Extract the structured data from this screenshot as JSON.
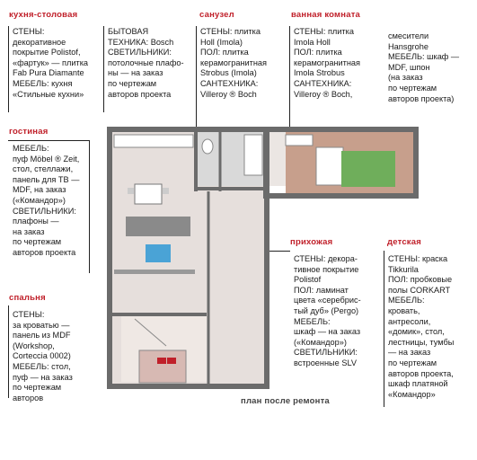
{
  "plan_caption": "план после ремонта",
  "sections": {
    "kitchen": {
      "title": "кухня-столовая",
      "lines": [
        "СТЕНЫ:",
        "декоративное",
        "покрытие Polistof,",
        "«фартук» — плитка",
        "Fab Pura Diamante",
        "МЕБЕЛЬ: кухня",
        "«Стильные кухни»"
      ],
      "extra_lines": [
        "БЫТОВАЯ",
        "ТЕХНИКА: Bosch",
        "СВЕТИЛЬНИКИ:",
        "потолочные плафо-",
        "ны — на заказ",
        "по чертежам",
        "авторов проекта"
      ]
    },
    "wc": {
      "title": "санузел",
      "lines": [
        "СТЕНЫ: плитка",
        "Holl (Imola)",
        "ПОЛ: плитка",
        "керамогранитная",
        "Strobus (Imola)",
        "САНТЕХНИКА:",
        "Villeroy ® Boch"
      ]
    },
    "bathroom": {
      "title": "ванная комната",
      "lines": [
        "СТЕНЫ: плитка",
        "Imola Holl",
        "ПОЛ: плитка",
        "керамогранитная",
        "Imola Strobus",
        "САНТЕХНИКА:",
        "Villeroy ® Boch,"
      ],
      "extra_lines": [
        "смесители",
        "Hansgrohe",
        "МЕБЕЛЬ: шкаф —",
        "MDF, шпон",
        "(на заказ",
        "по чертежам",
        "авторов проекта)"
      ]
    },
    "living": {
      "title": "гостиная",
      "lines": [
        "МЕБЕЛЬ:",
        "пуф Möbel ® Zeit,",
        "стол, стеллажи,",
        "панель для ТВ —",
        "MDF, на заказ",
        "(«Командор»)",
        "СВЕТИЛЬНИКИ:",
        "плафоны —",
        "на заказ",
        "по чертежам",
        "авторов проекта"
      ]
    },
    "hall": {
      "title": "прихожая",
      "lines": [
        "СТЕНЫ: декора-",
        "тивное покрытие",
        "Polistof",
        "ПОЛ: ламинат",
        "цвета «серебрис-",
        "тый дуб» (Pergo)",
        "МЕБЕЛЬ:",
        "шкаф — на заказ",
        "(«Командор»)",
        "СВЕТИЛЬНИКИ:",
        "встроенные SLV"
      ]
    },
    "kids": {
      "title": "детская",
      "lines": [
        "СТЕНЫ: краска",
        "Tikkurila",
        "ПОЛ: пробковые",
        "полы CORKART",
        "МЕБЕЛЬ:",
        "кровать,",
        "антресоли,",
        "«домик», стол,",
        "лестницы, тумбы",
        "— на заказ",
        "по чертежам",
        "авторов проекта,",
        "шкаф платяной",
        "«Командор»"
      ]
    },
    "bedroom": {
      "title": "спальня",
      "lines": [
        "СТЕНЫ:",
        "за кроватью —",
        "панель из MDF",
        "(Workshop,",
        "Corteccia 0002)",
        "МЕБЕЛЬ: стол,",
        "пуф — на заказ",
        "по чертежам",
        "авторов"
      ]
    }
  },
  "colors": {
    "title_red": "#c0202a",
    "wall": "#6b6b6b",
    "floor_light": "#e6dfdc",
    "kids_floor": "#c79f8c",
    "rug_green": "#6fae5b",
    "sofa": "#8a8a8a",
    "blue_pouf": "#4aa3d6",
    "bed_pink": "#d7b9b3",
    "tile": "#d9d9d9"
  }
}
